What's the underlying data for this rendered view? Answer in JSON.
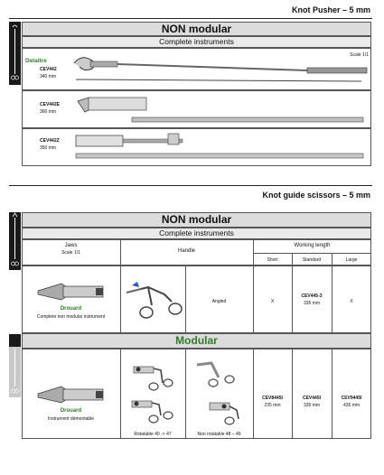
{
  "section1": {
    "title": "Knot Pusher – 5 mm",
    "band": "NON modular",
    "sub": "Complete instruments",
    "scale": "Scale 1/1",
    "items": [
      {
        "brand": "Delaitre",
        "code": "CEV442",
        "length": "340 mm"
      },
      {
        "code": "CEV442E",
        "length": "360 mm"
      },
      {
        "code": "CEV442Z",
        "length": "350 mm"
      }
    ]
  },
  "section2": {
    "title": "Knot guide scissors – 5 mm",
    "band": "NON modular",
    "sub": "Complete instruments",
    "headers": {
      "jaws": "Jaws",
      "jaws_scale": "Scale 1/1",
      "handle": "Handle",
      "working_length": "Working length",
      "short": "Short",
      "standard": "Standard",
      "large": "Large"
    },
    "row1": {
      "brand": "Drouard",
      "desc": "Complete non modular instrument",
      "handle_type": "Angled",
      "short": "X",
      "standard_code": "CEV445-3",
      "standard_length": "335 mm",
      "large": "X"
    },
    "modular_band": "Modular",
    "row2": {
      "brand": "Drouard",
      "desc": "Instrument démontable",
      "rotatable": "Rotatable 40 -> 47",
      "non_rotatable": "Non rotatable 48 – 49",
      "short_code": "CEV8445I",
      "short_length": "235 mm",
      "standard_code": "CEV445I",
      "standard_length": "335 mm",
      "large_code": "CEV9445I",
      "large_length": "435 mm"
    }
  },
  "colors": {
    "modular_green": "#2f7d25",
    "band_grey": "#dcdcdc"
  }
}
